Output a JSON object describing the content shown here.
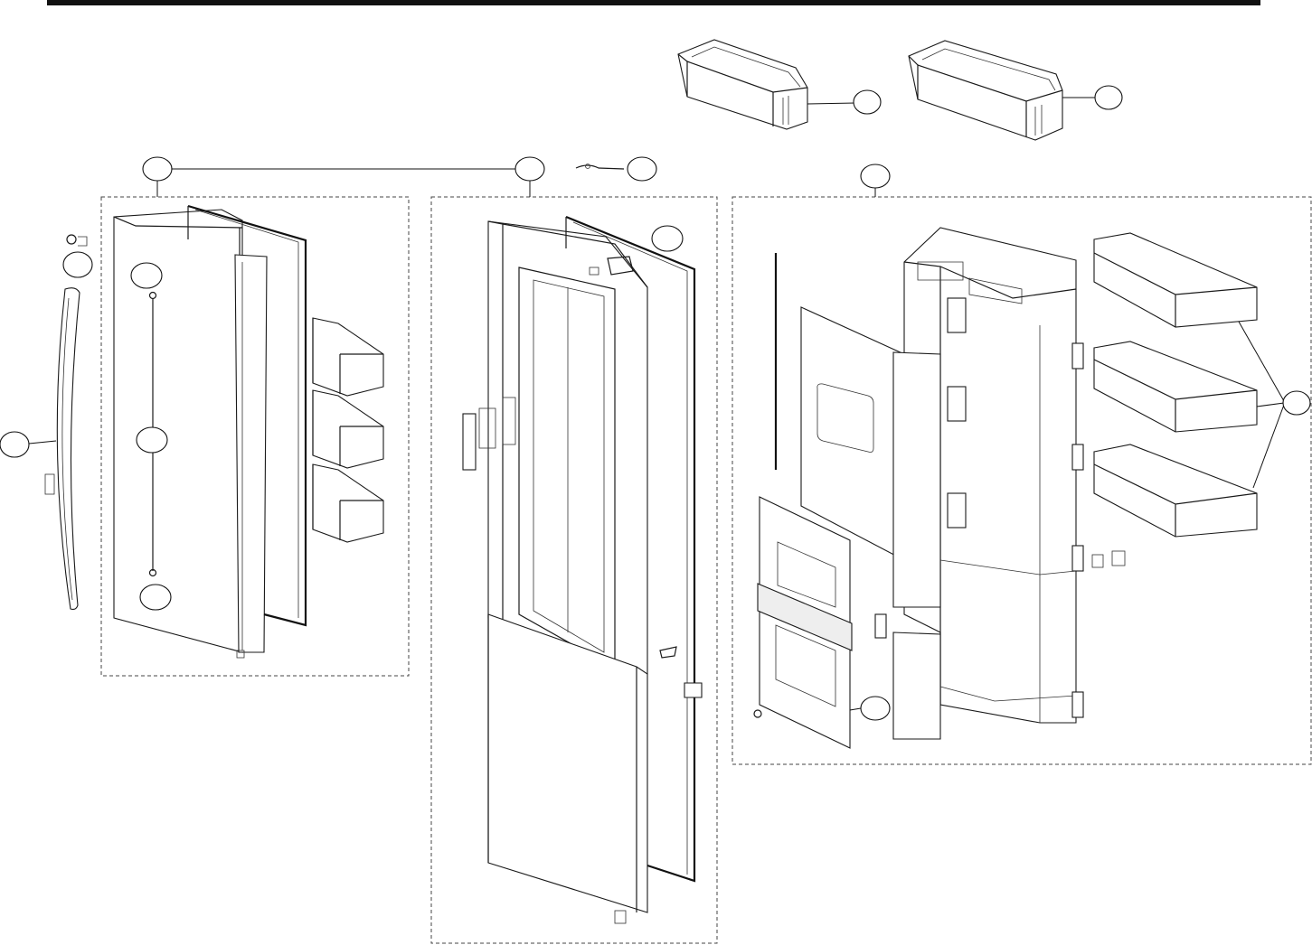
{
  "diagram": {
    "callouts": [
      {
        "id": "bin-top-left",
        "label": ""
      },
      {
        "id": "bin-top-right",
        "label": ""
      },
      {
        "id": "left-door-assembly",
        "label": ""
      },
      {
        "id": "right-door-assembly",
        "label": ""
      },
      {
        "id": "hinge-part",
        "label": ""
      },
      {
        "id": "door-liner-assembly",
        "label": ""
      },
      {
        "id": "right-door-gasket",
        "label": ""
      },
      {
        "id": "cap-screw",
        "label": ""
      },
      {
        "id": "left-hinge-pin-top",
        "label": ""
      },
      {
        "id": "left-door-rod",
        "label": ""
      },
      {
        "id": "left-hinge-pin-bottom",
        "label": ""
      },
      {
        "id": "handle",
        "label": ""
      },
      {
        "id": "door-bins",
        "label": ""
      },
      {
        "id": "panel-assembly",
        "label": ""
      }
    ]
  }
}
